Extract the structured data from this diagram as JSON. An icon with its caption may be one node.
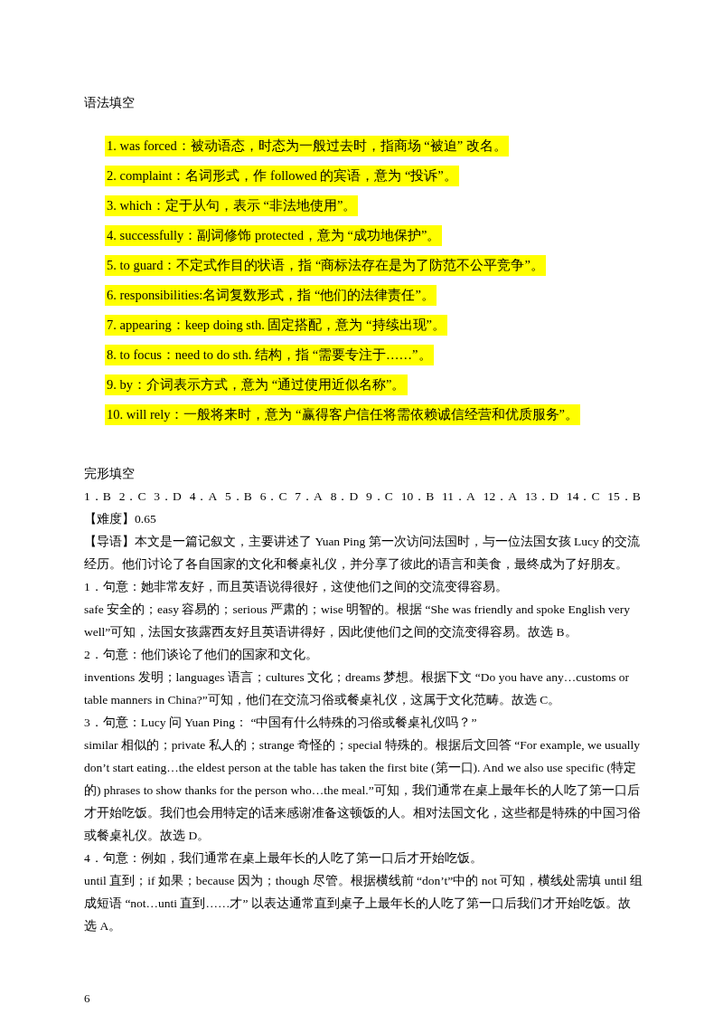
{
  "diagram": {
    "title": "语法填空",
    "labels": [
      "1. was forced：被动语态，时态为一般过去时，指商场 “被迫” 改名。",
      "2. complaint：名词形式，作 followed 的宾语，意为 “投诉”。",
      "3. which：定于从句，表示 “非法地使用”。",
      "4. successfully：副词修饰 protected，意为 “成功地保护”。",
      "5. to guard：不定式作目的状语，指 “商标法存在是为了防范不公平竞争”。",
      "6. responsibilities:名词复数形式，指 “他们的法律责任”。",
      "7. appearing：keep doing sth. 固定搭配，意为 “持续出现”。",
      "8. to focus：need to do sth. 结构，指 “需要专注于……”。",
      "9. by：介词表示方式，意为 “通过使用近似名称”。",
      "10. will rely：一般将来时，意为 “赢得客户信任将需依赖诚信经营和优质服务”。",
      "完形填空",
      "1．B",
      "2．C",
      "3．D",
      "4．A",
      "5．B",
      "6．C",
      "7．A",
      "8．D",
      "9．C",
      "10．B",
      "11．A",
      "12．A",
      "13．D",
      "14．C",
      "15．B",
      "【难度】0.65",
      "【导语】本文是一篇记叙文，主要讲述了 Yuan Ping 第一次访问法国时，与一位法国女孩 Lucy 的交流经历。他们讨论了各自国家的文化和餐桌礼仪，并分享了彼此的语言和美食，最终成为了好朋友。",
      "1．句意：她非常友好，而且英语说得很好，这使他们之间的交流变得容易。",
      "safe 安全的；easy 容易的；serious 严肃的；wise 明智的。根据 “She was friendly and spoke English very well”可知，法国女孩露西友好且英语讲得好，因此使他们之间的交流变得容易。故选 B。",
      "2．句意：他们谈论了他们的国家和文化。",
      "inventions 发明；languages 语言；cultures 文化；dreams 梦想。根据下文 “Do you have any…customs or table manners in China?”可知，他们在交流习俗或餐桌礼仪，这属于文化范畴。故选 C。",
      "3．句意：Lucy 问 Yuan Ping： “中国有什么特殊的习俗或餐桌礼仪吗？”",
      "similar 相似的；private 私人的；strange 奇怪的；special 特殊的。根据后文回答 “For example, we usually don’t start eating…the eldest person at the table has taken the first bite (第一口). And we also use specific (特定的) phrases to show thanks for the person who…the meal.”可知，我们通常在桌上最年长的人吃了第一口后才开始吃饭。我们也会用特定的话来感谢准备这顿饭的人。相对法国文化，这些都是特殊的中国习俗或餐桌礼仪。故选 D。",
      "4．句意：例如，我们通常在桌上最年长的人吃了第一口后才开始吃饭。",
      "until 直到；if 如果；because 因为；though 尽管。根据横线前 “don’t”中的 not 可知，横线处需填 until 组成短语 “not…unti 直到……才” 以表达通常直到桌子上最年长的人吃了第一口后我们才开始吃饭。故选 A。",
      "6"
    ]
  }
}
